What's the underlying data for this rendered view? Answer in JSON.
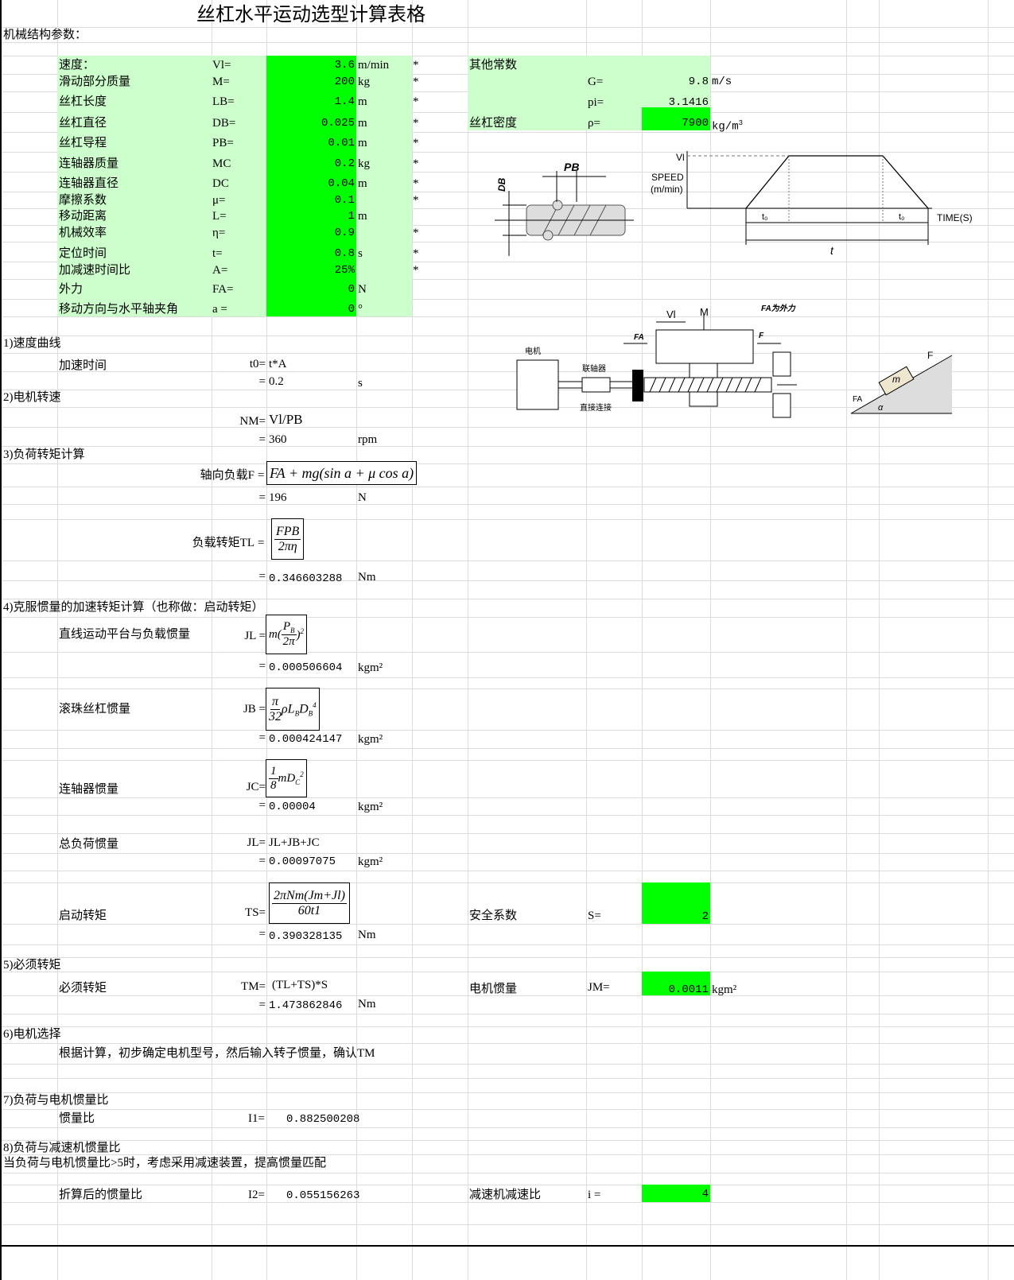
{
  "title": "丝杠水平运动选型计算表格",
  "section_header": "机械结构参数：",
  "params": [
    {
      "label": "速度：",
      "sym": "Vl=",
      "value": "3.6",
      "unit": "m/min",
      "star": "*"
    },
    {
      "label": "滑动部分质量",
      "sym": "M=",
      "value": "200",
      "unit": "kg",
      "star": "*"
    },
    {
      "label": "丝杠长度",
      "sym": "LB=",
      "value": "1.4",
      "unit": "m",
      "star": "*"
    },
    {
      "label": "丝杠直径",
      "sym": "DB=",
      "value": "0.025",
      "unit": "m",
      "star": "*"
    },
    {
      "label": "丝杠导程",
      "sym": "PB=",
      "value": "0.01",
      "unit": "m",
      "star": "*"
    },
    {
      "label": "连轴器质量",
      "sym": "MC",
      "value": "0.2",
      "unit": "kg",
      "star": "*"
    },
    {
      "label": "连轴器直径",
      "sym": "DC",
      "value": "0.04",
      "unit": "m",
      "star": "*"
    },
    {
      "label": "摩擦系数",
      "sym": "μ=",
      "value": "0.1",
      "unit": "",
      "star": "*"
    },
    {
      "label": "移动距离",
      "sym": "L=",
      "value": "1",
      "unit": "m",
      "star": ""
    },
    {
      "label": "机械效率",
      "sym": "η=",
      "value": "0.9",
      "unit": "",
      "star": "*"
    },
    {
      "label": "定位时间",
      "sym": "t=",
      "value": "0.8",
      "unit": "s",
      "star": "*"
    },
    {
      "label": "加减速时间比",
      "sym": "A=",
      "value": "25%",
      "unit": "",
      "star": "*"
    },
    {
      "label": "外力",
      "sym": "FA=",
      "value": "0",
      "unit": "N",
      "star": ""
    },
    {
      "label": "移动方向与水平轴夹角",
      "sym": "a =",
      "value": "0",
      "unit": "°",
      "star": ""
    }
  ],
  "constants": {
    "header": "其他常数",
    "g_sym": "G=",
    "g": "9.8",
    "g_unit": "m/s",
    "pi_sym": "pi=",
    "pi": "3.1416",
    "rho_label": "丝杠密度",
    "rho_sym": "ρ=",
    "rho": "7900",
    "rho_unit": "kg/m",
    "rho_exp": "3"
  },
  "diagrams": {
    "db": "DB",
    "pb": "PB",
    "vl": "Vl",
    "speed": "SPEED",
    "speed_unit": "(m/min)",
    "t0": "t₀",
    "time": "TIME(S)",
    "t": "t",
    "motor": "电机",
    "coupling": "联轴器",
    "direct": "直接连接",
    "m": "M",
    "fa": "FA",
    "f": "F",
    "fa_note": "FA为外力",
    "mass": "m",
    "alpha": "α"
  },
  "s1": {
    "title": "1)速度曲线",
    "label": "加速时间",
    "sym": "t0=",
    "formula": "t*A",
    "eq": "=",
    "value": "0.2",
    "unit": "s"
  },
  "s2": {
    "title": "2)电机转速",
    "sym": "NM=",
    "formula": "Vl/PB",
    "eq": "=",
    "value": "360",
    "unit": "rpm"
  },
  "s3": {
    "title": "3)负荷转矩计算",
    "f_label": "轴向负载F",
    "f_eq": "=",
    "f_formula": "FA + mg(sin a + μ cos a)",
    "f_value": "196",
    "f_unit": "N",
    "t_label": "负载转矩TL",
    "t_eq": "=",
    "t_num": "FPB",
    "t_den": "2πη",
    "t_value": "0.346603288",
    "t_unit": "Nm"
  },
  "s4": {
    "title": "4)克服惯量的加速转矩计算（也称做：启动转矩）",
    "jl_label": "直线运动平台与负载惯量",
    "jl_sym": "JL =",
    "jl_value": "0.000506604",
    "jb_label": "滚珠丝杠惯量",
    "jb_sym": "JB =",
    "jb_value": "0.000424147",
    "jc_label": "连轴器惯量",
    "jc_sym": "JC=",
    "jc_value": "0.00004",
    "jt_label": "总负荷惯量",
    "jt_sym": "JL=",
    "jt_formula": "JL+JB+JC",
    "jt_value": "0.00097075",
    "unit": "kgm²",
    "eq": "=",
    "ts_label": "启动转矩",
    "ts_sym": "TS=",
    "ts_num": "2πNm(Jm+Jl)",
    "ts_den": "60t1",
    "ts_value": "0.390328135",
    "ts_unit": "Nm",
    "s_label": "安全系数",
    "s_sym": "S=",
    "s_value": "2"
  },
  "s5": {
    "title": "5)必须转矩",
    "label": "必须转矩",
    "sym": "TM=",
    "formula": "(TL+TS)*S",
    "value": "1.473862846",
    "unit": "Nm",
    "jm_label": "电机惯量",
    "jm_sym": "JM=",
    "jm_value": "0.0011",
    "jm_unit": "kgm²"
  },
  "s6": {
    "title": "6)电机选择",
    "text": "根据计算，初步确定电机型号，然后输入转子惯量，确认TM"
  },
  "s7": {
    "title": "7)负荷与电机惯量比",
    "label": "惯量比",
    "sym": "I1=",
    "value": "0.882500208"
  },
  "s8": {
    "title": "8)负荷与减速机惯量比",
    "note": "当负荷与电机惯量比>5时，考虑采用减速装置，提高惯量匹配",
    "label": "折算后的惯量比",
    "sym": "I2=",
    "value": "0.055156263",
    "r_label": "减速机减速比",
    "r_sym": "i =",
    "r_value": "4"
  }
}
